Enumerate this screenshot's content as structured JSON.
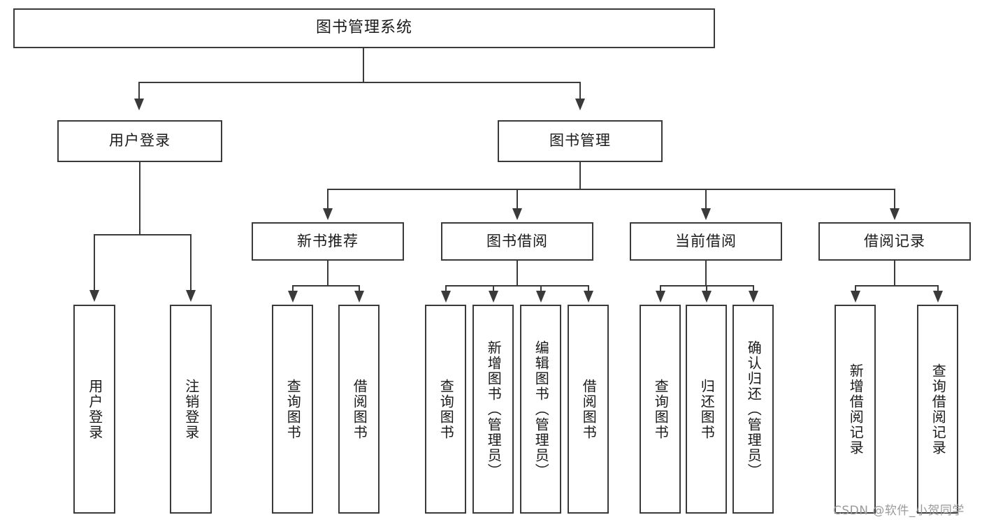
{
  "diagram": {
    "title": "图书管理系统",
    "type": "tree",
    "watermark": "CSDN @软件_小贺同学",
    "colors": {
      "border": "#3a3a3a",
      "background": "#ffffff",
      "text": "#1a1a1a",
      "watermark": "#9a9a9a"
    }
  },
  "nodes": {
    "root": {
      "label": "图书管理系统"
    },
    "level1": [
      {
        "label": "用户登录"
      },
      {
        "label": "图书管理"
      }
    ],
    "level2": [
      {
        "label": "新书推荐"
      },
      {
        "label": "图书借阅"
      },
      {
        "label": "当前借阅"
      },
      {
        "label": "借阅记录"
      }
    ],
    "leaves_login": [
      {
        "label": "用户登录"
      },
      {
        "label": "注销登录"
      }
    ],
    "leaves_newbook": [
      {
        "label": "查询图书"
      },
      {
        "label": "借阅图书"
      }
    ],
    "leaves_borrow": [
      {
        "label": "查询图书"
      },
      {
        "label": "新增图书（管理员）"
      },
      {
        "label": "编辑图书（管理员）"
      },
      {
        "label": "借阅图书"
      }
    ],
    "leaves_current": [
      {
        "label": "查询图书"
      },
      {
        "label": "归还图书"
      },
      {
        "label": "确认归还（管理员）"
      }
    ],
    "leaves_record": [
      {
        "label": "新增借阅记录"
      },
      {
        "label": "查询借阅记录"
      }
    ]
  }
}
